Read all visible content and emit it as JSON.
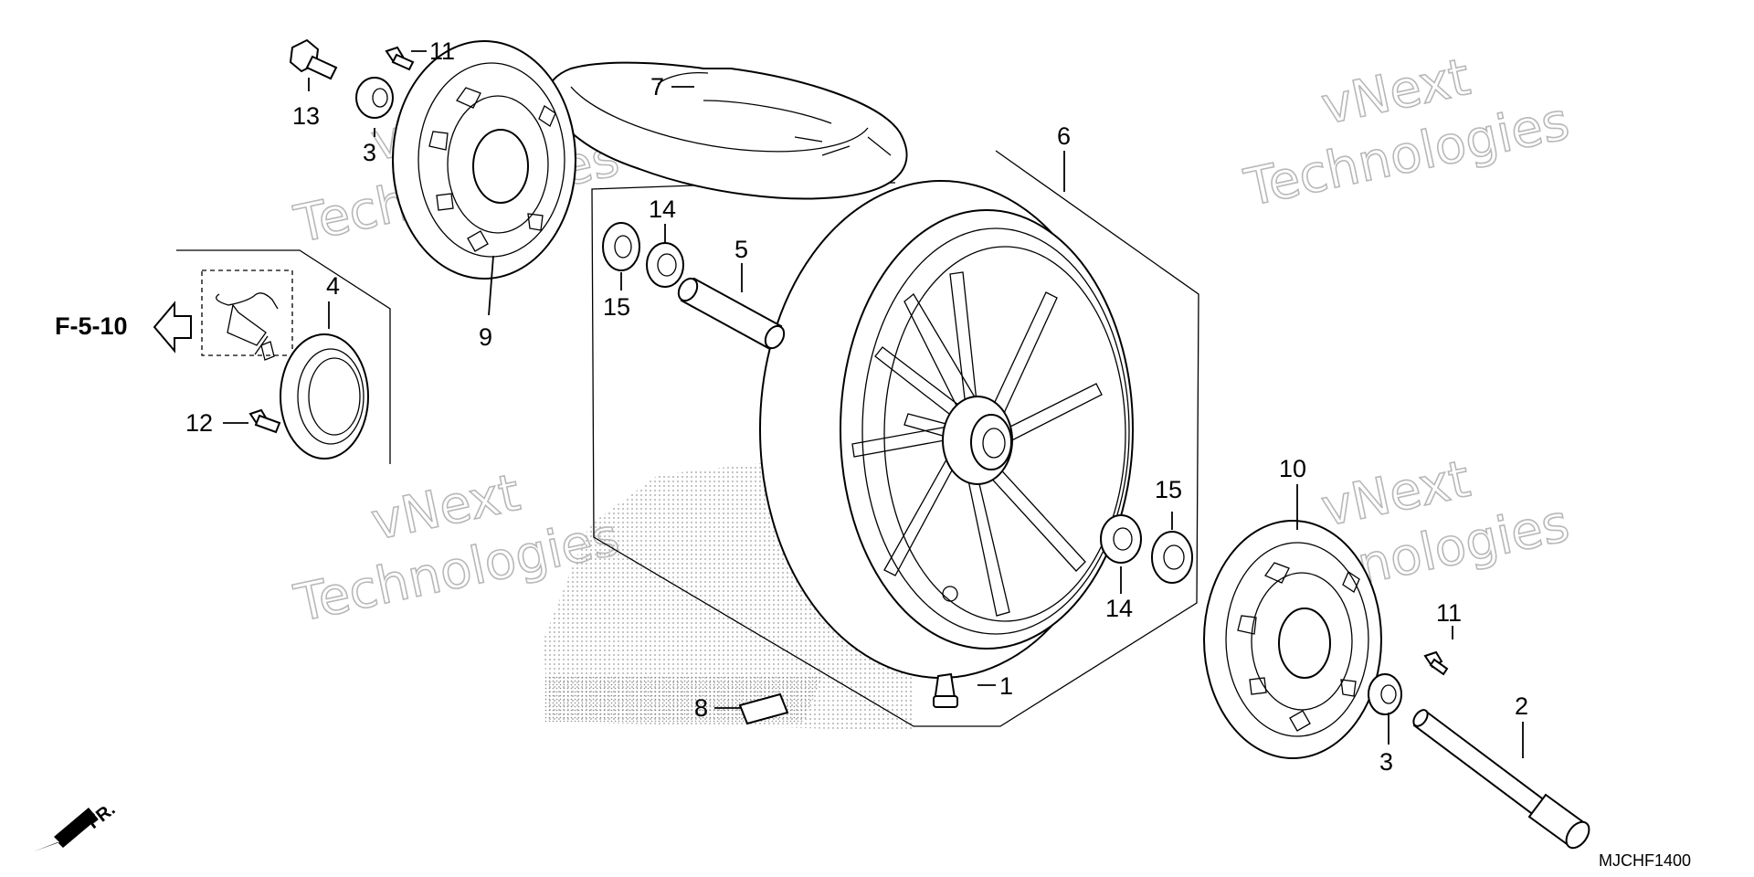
{
  "diagram": {
    "labels": {
      "p1": "1",
      "p2": "2",
      "p3a": "3",
      "p3b": "3",
      "p4": "4",
      "p5": "5",
      "p6": "6",
      "p7": "7",
      "p8": "8",
      "p9": "9",
      "p10": "10",
      "p11a": "11",
      "p11b": "11",
      "p12": "12",
      "p13": "13",
      "p14a": "14",
      "p14b": "14",
      "p15a": "15",
      "p15b": "15"
    },
    "reference": "F-5-10",
    "direction": "FR.",
    "diagram_code": "MJCHF1400"
  },
  "watermark": {
    "line1": "vNext",
    "line2": "Technologies"
  },
  "colors": {
    "line": "#000000",
    "watermark": "#b8b8b8",
    "stipple": "#9a9a9a"
  }
}
